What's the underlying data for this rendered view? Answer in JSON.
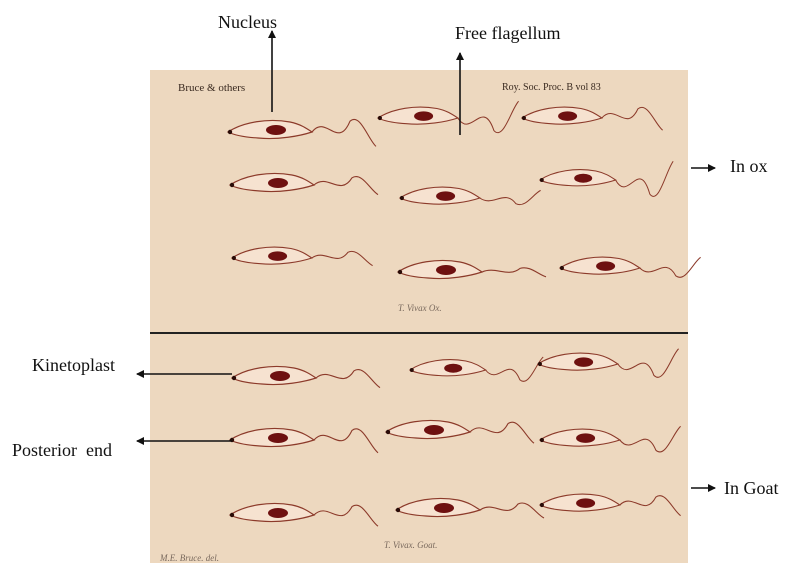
{
  "labels": {
    "nucleus": "Nucleus",
    "free_flagellum": "Free flagellum",
    "in_ox": "In ox",
    "kinetoplast": "Kinetoplast",
    "posterior_end": "Posterior  end",
    "in_goat": "In Goat"
  },
  "plate": {
    "author_left": "Bruce & others",
    "reference_right": "Roy. Soc. Proc. B vol 83",
    "caption_ox": "T. Vivax Ox.",
    "caption_goat": "T. Vivax. Goat.",
    "artist": "M.E. Bruce. del."
  },
  "colors": {
    "paper": "#f0ddc6",
    "body_outline": "#8c3a2a",
    "nucleus": "#6e1010"
  }
}
